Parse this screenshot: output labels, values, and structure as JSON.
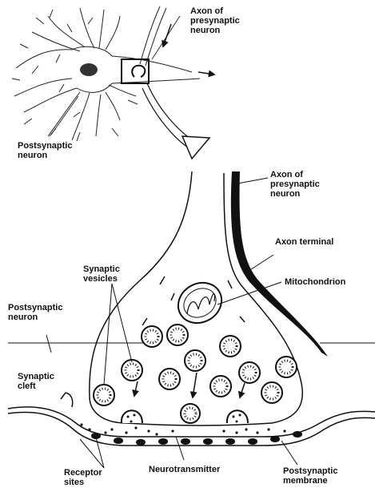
{
  "labels": {
    "axon_top": "Axon of\npresynaptic\nneuron",
    "postsynaptic_neuron_top": "Postsynaptic\nneuron",
    "axon_mid": "Axon of\npresynaptic\nneuron",
    "axon_terminal": "Axon terminal",
    "mitochondrion": "Mitochondrion",
    "synaptic_vesicles": "Synaptic\nvesicles",
    "postsynaptic_neuron_mid": "Postsynaptic\nneuron",
    "synaptic_cleft": "Synaptic\ncleft",
    "receptor_sites": "Receptor\nsites",
    "neurotransmitter": "Neurotransmitter",
    "postsynaptic_membrane": "Postsynaptic\nmembrane"
  },
  "colors": {
    "ink": "#111111",
    "paper": "#ffffff"
  }
}
